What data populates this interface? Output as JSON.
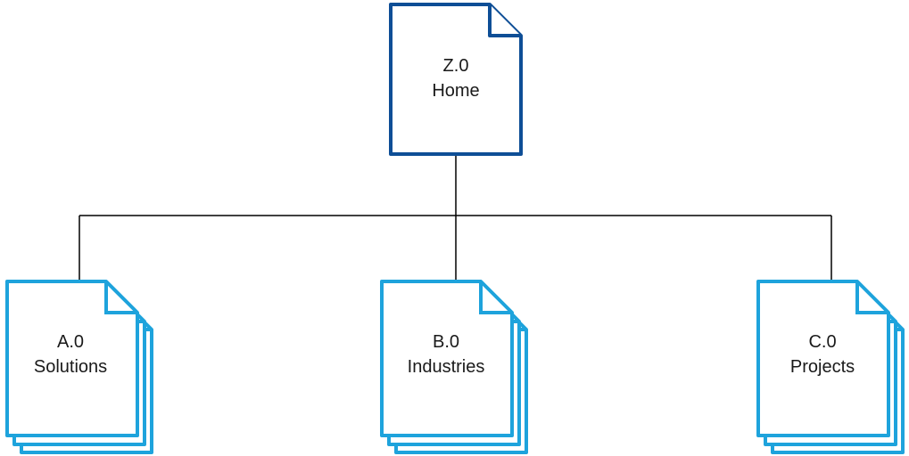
{
  "colors": {
    "home": "#0E4E96",
    "section": "#1EA3DC",
    "connector": "#000000"
  },
  "root": {
    "icon": "document-icon",
    "code": "Z.0",
    "label": "Home"
  },
  "children": [
    {
      "icon": "document-stack-icon",
      "code": "A.0",
      "label": "Solutions"
    },
    {
      "icon": "document-stack-icon",
      "code": "B.0",
      "label": "Industries"
    },
    {
      "icon": "document-stack-icon",
      "code": "C.0",
      "label": "Projects"
    }
  ]
}
